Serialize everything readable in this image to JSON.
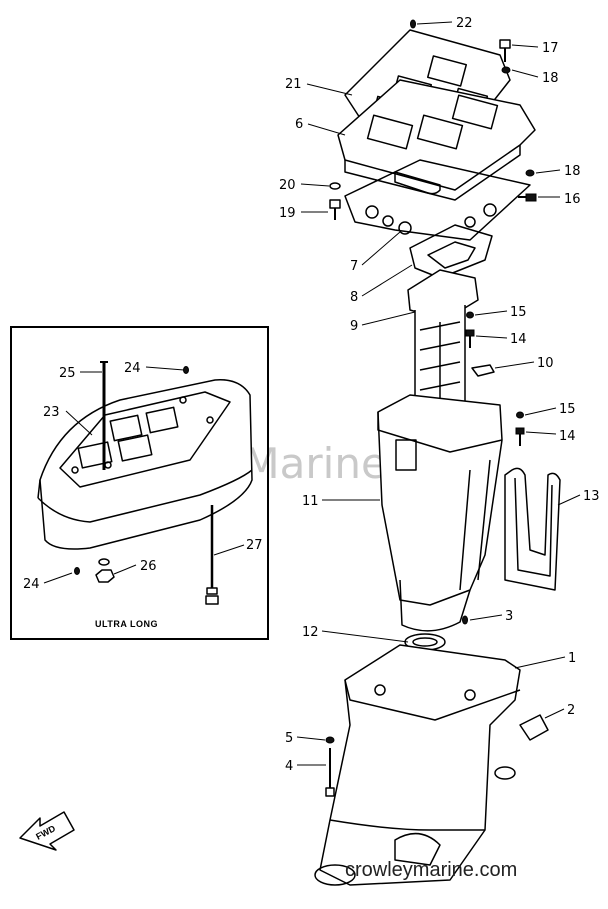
{
  "callouts": [
    {
      "n": "22"
    },
    {
      "n": "17"
    },
    {
      "n": "18"
    },
    {
      "n": "21"
    },
    {
      "n": "6"
    },
    {
      "n": "20"
    },
    {
      "n": "18"
    },
    {
      "n": "16"
    },
    {
      "n": "19"
    },
    {
      "n": "7"
    },
    {
      "n": "8"
    },
    {
      "n": "9"
    },
    {
      "n": "15"
    },
    {
      "n": "14"
    },
    {
      "n": "10"
    },
    {
      "n": "15"
    },
    {
      "n": "14"
    },
    {
      "n": "11"
    },
    {
      "n": "13"
    },
    {
      "n": "3"
    },
    {
      "n": "12"
    },
    {
      "n": "1"
    },
    {
      "n": "2"
    },
    {
      "n": "5"
    },
    {
      "n": "4"
    },
    {
      "n": "25"
    },
    {
      "n": "24"
    },
    {
      "n": "23"
    },
    {
      "n": "27"
    },
    {
      "n": "26"
    },
    {
      "n": "24"
    }
  ],
  "inset": {
    "caption": "ULTRA LONG"
  },
  "fwd_label": "FWD",
  "watermark": "Crowley Marine",
  "footer": "crowleymarine.com"
}
